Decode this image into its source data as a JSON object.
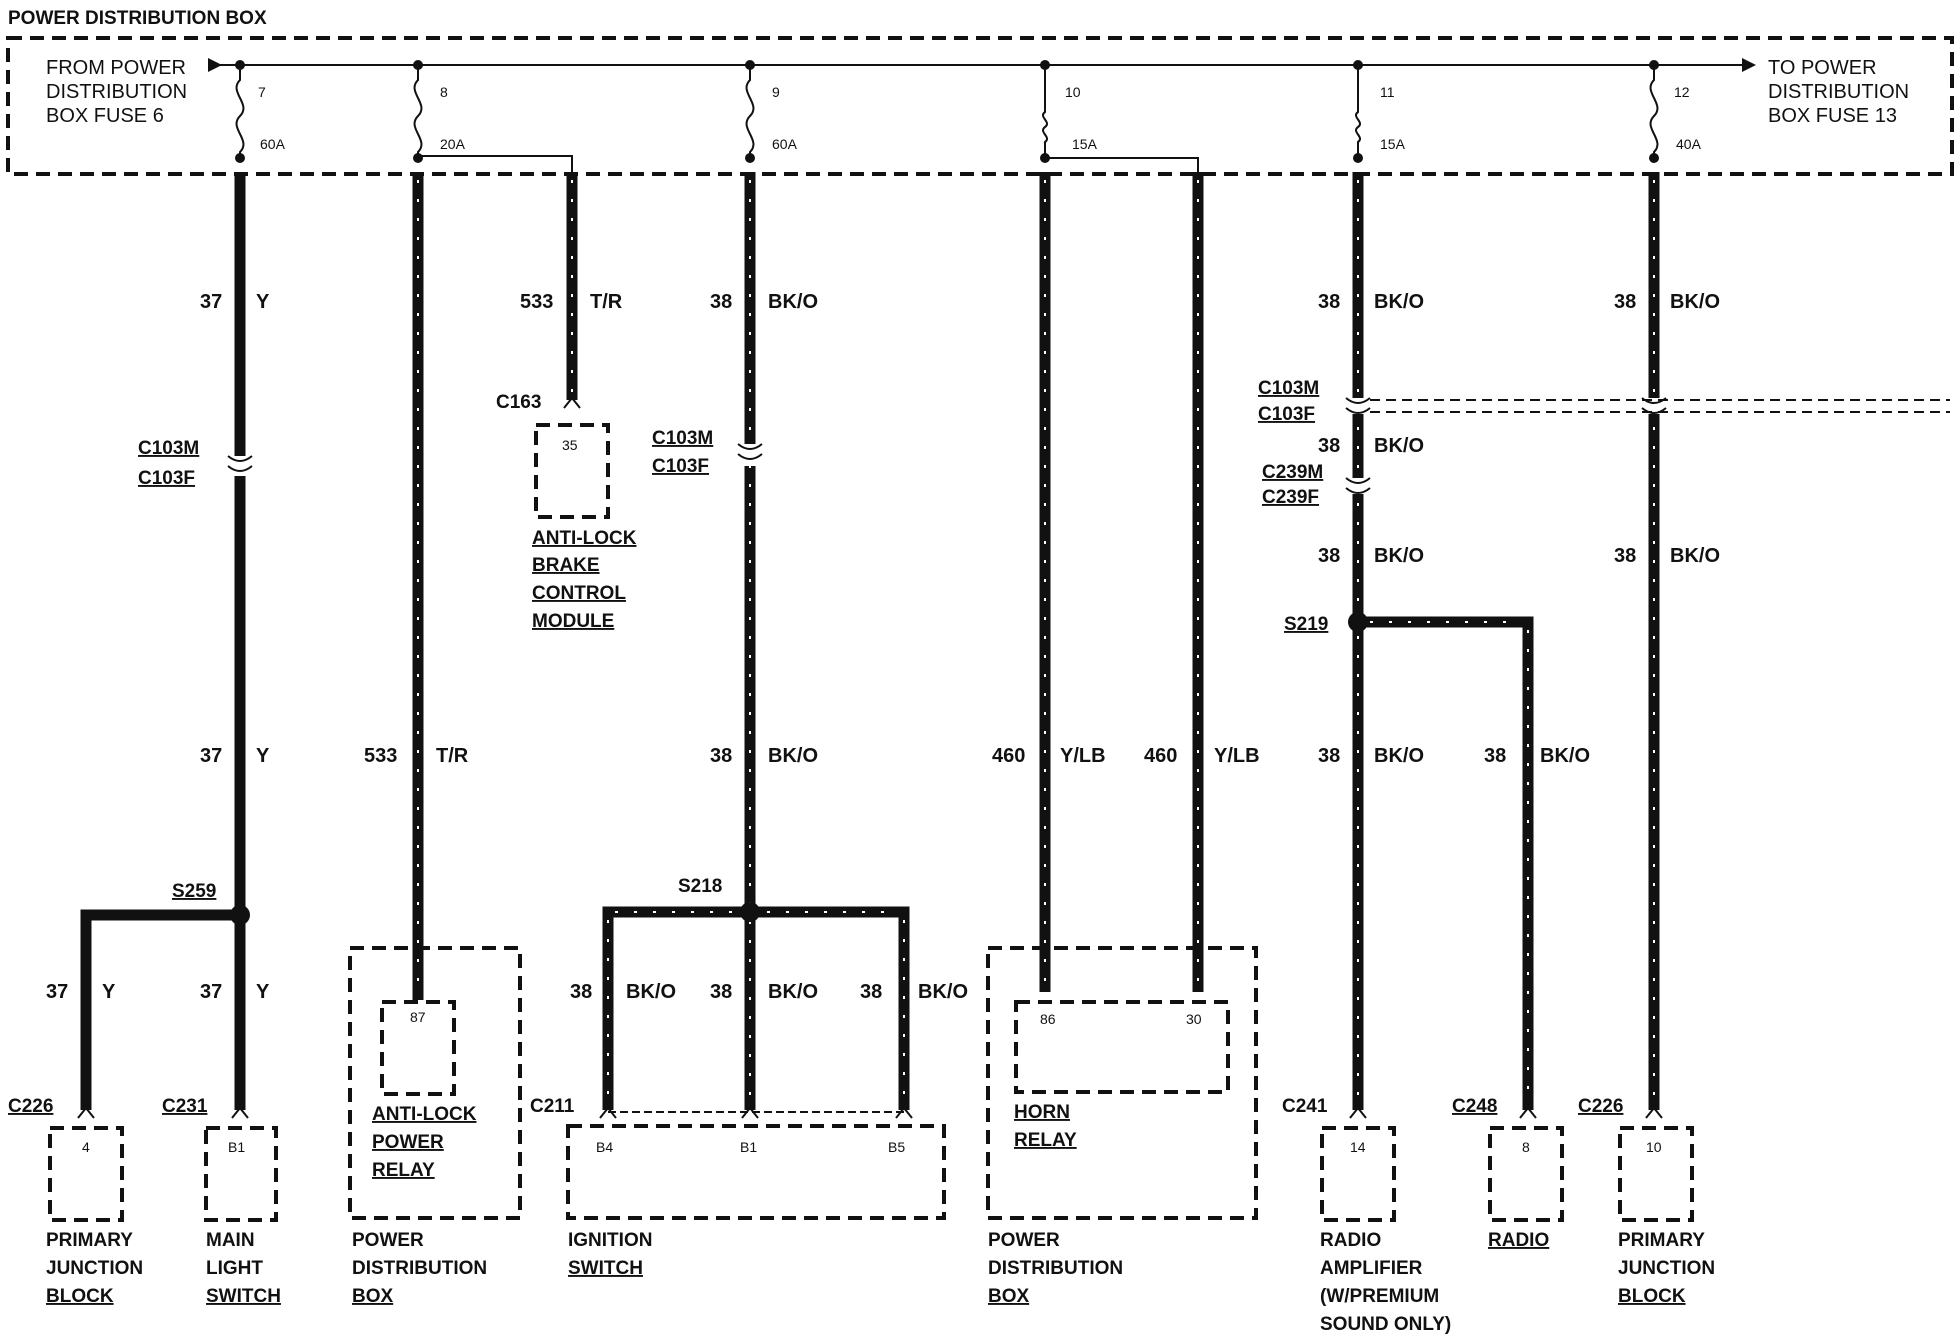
{
  "title": "POWER DISTRIBUTION BOX",
  "bus": {
    "from": [
      "FROM POWER",
      "DISTRIBUTION",
      "BOX FUSE 6"
    ],
    "to": [
      "TO POWER",
      "DISTRIBUTION",
      "BOX FUSE 13"
    ]
  },
  "fuses": [
    {
      "num": "7",
      "rating": "60A"
    },
    {
      "num": "8",
      "rating": "20A"
    },
    {
      "num": "9",
      "rating": "60A"
    },
    {
      "num": "10",
      "rating": "15A"
    },
    {
      "num": "11",
      "rating": "15A"
    },
    {
      "num": "12",
      "rating": "40A"
    }
  ],
  "wire_labels": {
    "w37": "37",
    "y": "Y",
    "w533": "533",
    "tr": "T/R",
    "w38": "38",
    "bko": "BK/O",
    "w460": "460",
    "ylb": "Y/LB"
  },
  "connectors": {
    "c103m": "C103M",
    "c103f": "C103F",
    "c163": "C163",
    "c239m": "C239M",
    "c239f": "C239F",
    "c226": "C226",
    "c231": "C231",
    "c211": "C211",
    "c241": "C241",
    "c248": "C248"
  },
  "splices": {
    "s259": "S259",
    "s218": "S218",
    "s219": "S219"
  },
  "pins": {
    "abs35": "35",
    "p4": "4",
    "b1": "B1",
    "p87": "87",
    "b4": "B4",
    "b5": "B5",
    "p86": "86",
    "p30": "30",
    "p14": "14",
    "p8": "8",
    "p10": "10"
  },
  "components": {
    "abs_module": [
      "ANTI-LOCK",
      "BRAKE",
      "CONTROL",
      "MODULE"
    ],
    "primary_junction_1": [
      "PRIMARY",
      "JUNCTION",
      "BLOCK"
    ],
    "main_light": [
      "MAIN",
      "LIGHT",
      "SWITCH"
    ],
    "antilock_relay": [
      "ANTI-LOCK",
      "POWER",
      "RELAY"
    ],
    "pdb_left": [
      "POWER",
      "DISTRIBUTION",
      "BOX"
    ],
    "ignition": [
      "IGNITION",
      "SWITCH"
    ],
    "horn_relay": [
      "HORN",
      "RELAY"
    ],
    "pdb_right": [
      "POWER",
      "DISTRIBUTION",
      "BOX"
    ],
    "radio_amp": [
      "RADIO",
      "AMPLIFIER",
      "(W/PREMIUM",
      "SOUND ONLY)"
    ],
    "radio": [
      "RADIO"
    ],
    "primary_junction_2": [
      "PRIMARY",
      "JUNCTION",
      "BLOCK"
    ]
  }
}
